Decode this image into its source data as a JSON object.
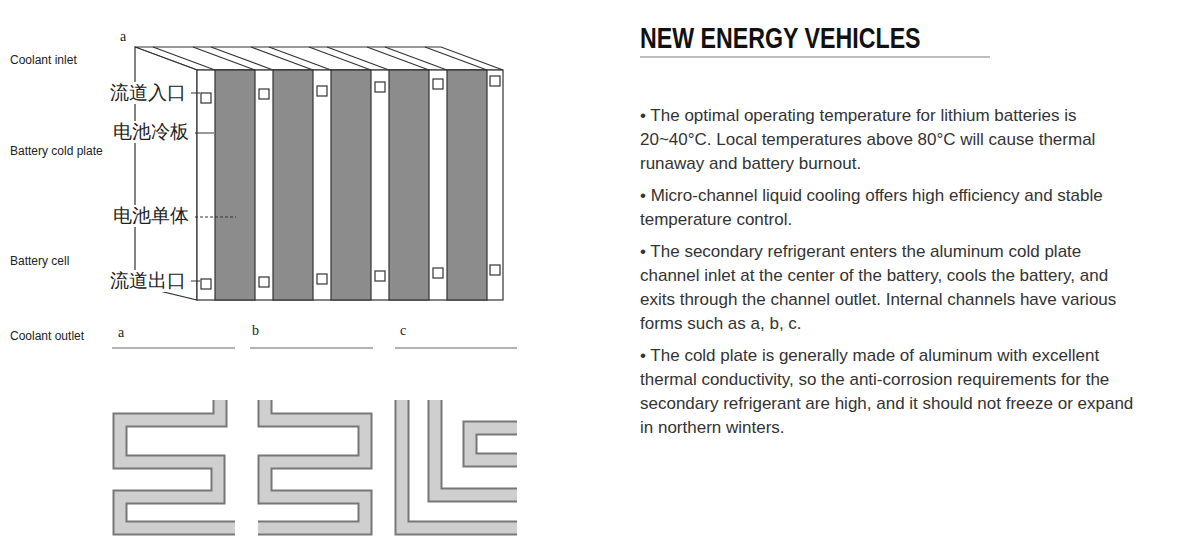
{
  "diagram": {
    "title": "NEW ENERGY VEHICLES",
    "labels": [
      "a",
      "Coolant inlet",
      "流道入口",
      "电池冷板",
      "Battery cold plate",
      "电池单体",
      "Battery cell",
      "流道出口",
      "Coolant outlet",
      "a",
      "b",
      "c",
      "• The optimal operating temperature for lithium batteries is 20~40°C. Local temperatures above 80°C will cause thermal runaway and battery burnout.",
      "• Micro-channel liquid cooling offers high efficiency and stable temperature control.",
      "• The secondary refrigerant enters the aluminum cold plate channel inlet at the center of the battery, cools the battery, and exits through the channel outlet. Internal channels have various forms such as a, b, c.",
      "• The cold plate is generally made of aluminum with excellent thermal conductivity, so the anti-corrosion requirements for the secondary refrigerant are high, and it should not freeze or expand in northern winters."
    ]
  }
}
